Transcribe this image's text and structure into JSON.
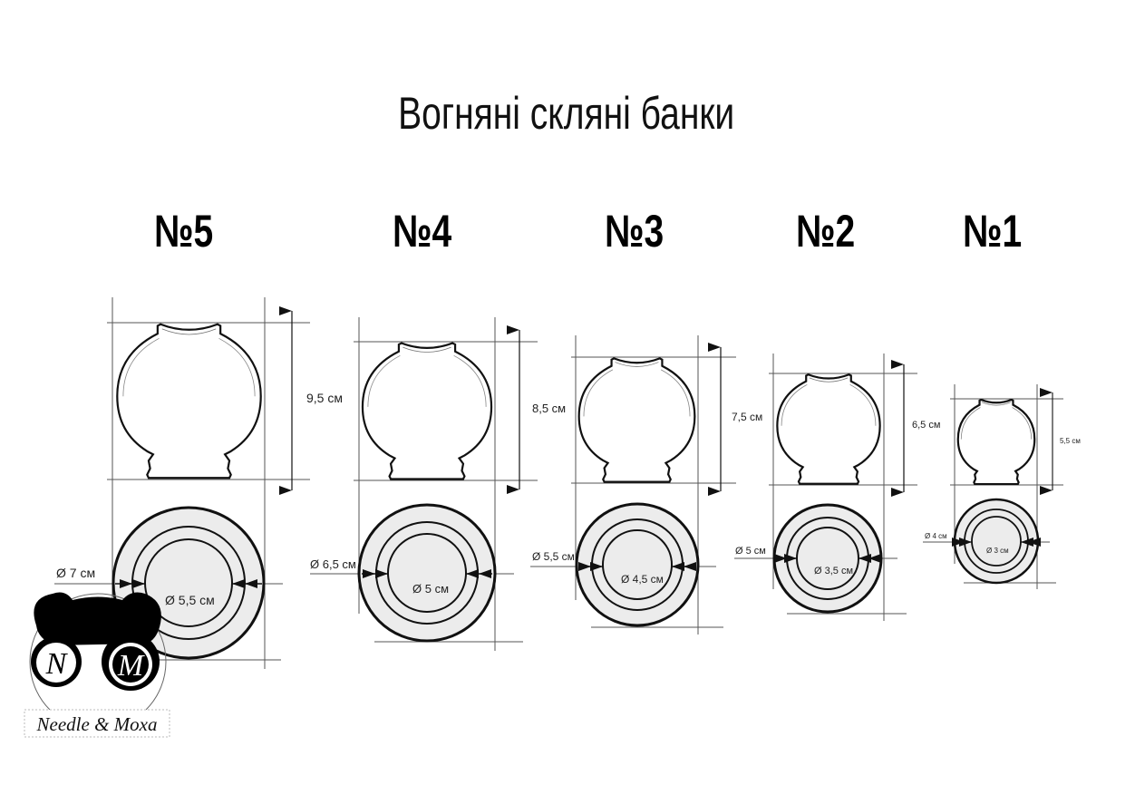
{
  "title": "Вогняні скляні банки",
  "jars": [
    {
      "number": "№5",
      "height_label": "9,5 см",
      "outer_diameter_label": "Ø 7 см",
      "inner_diameter_label": "Ø 5,5 см"
    },
    {
      "number": "№4",
      "height_label": "8,5 см",
      "outer_diameter_label": "Ø 6,5 см",
      "inner_diameter_label": "Ø 5 см"
    },
    {
      "number": "№3",
      "height_label": "7,5 см",
      "outer_diameter_label": "Ø 5,5 см",
      "inner_diameter_label": "Ø 4,5 см"
    },
    {
      "number": "№2",
      "height_label": "6,5 см",
      "outer_diameter_label": "Ø 5 см",
      "inner_diameter_label": "Ø 3,5 см"
    },
    {
      "number": "№1",
      "height_label": "5,5 см",
      "outer_diameter_label": "Ø 4 см",
      "inner_diameter_label": "Ø 3 см"
    }
  ],
  "logo": {
    "letter_left": "N",
    "letter_right": "M",
    "brand": "Needle & Moxa"
  },
  "colors": {
    "line": "#111111",
    "guide": "#555555",
    "disc_fill": "#ececec"
  }
}
